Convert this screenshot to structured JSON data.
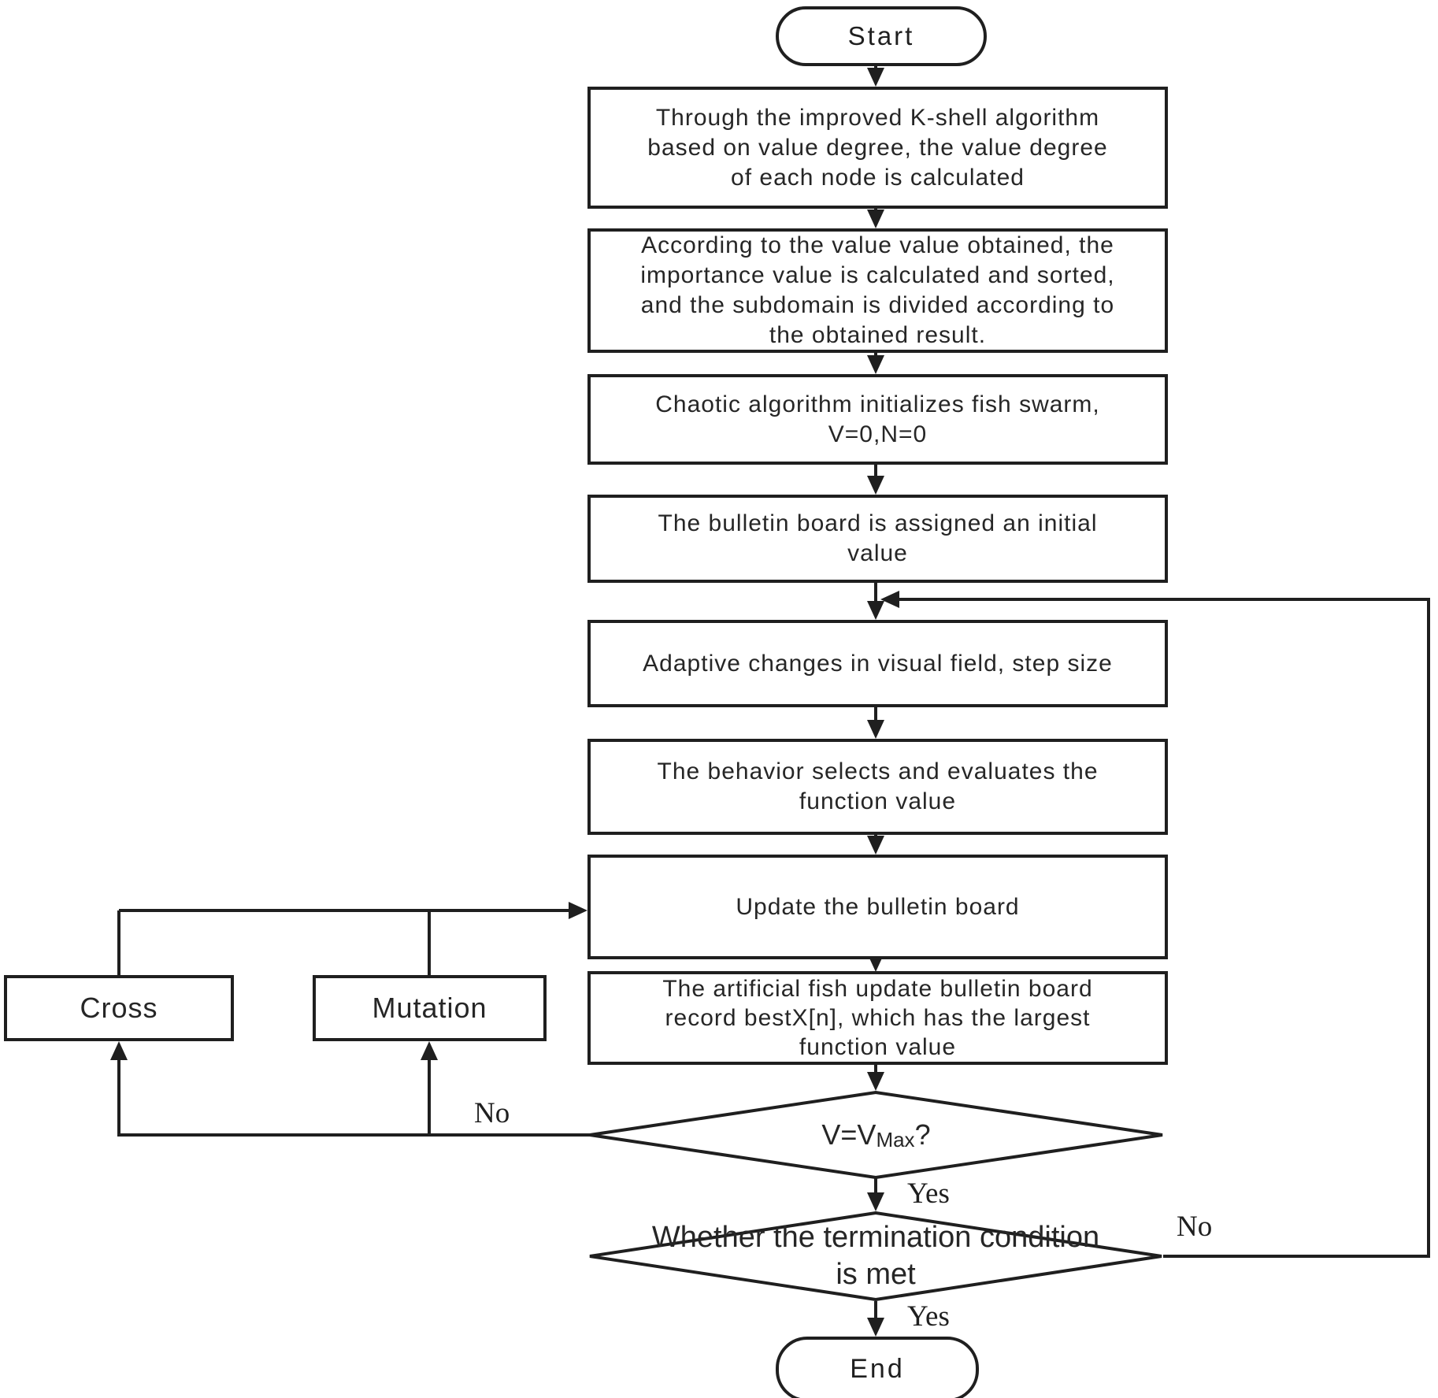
{
  "nodes": {
    "start": "Start",
    "kshell": "Through the improved K-shell algorithm\nbased on value degree, the value degree\nof each node is calculated",
    "importance": "According to the value value obtained, the\nimportance value is calculated and sorted,\nand the subdomain is divided according to\nthe obtained result.",
    "chaotic": "Chaotic algorithm initializes fish swarm,\nV=0,N=0",
    "bulletin_init": "The bulletin board is assigned an initial\nvalue",
    "adaptive": "Adaptive changes in visual field, step size",
    "behavior": "The behavior selects and evaluates the\nfunction value",
    "update_board": "Update the bulletin board",
    "bestx": "The artificial fish update bulletin board\nrecord bestX[n], which has the largest\nfunction value",
    "decision_v": {
      "pre": "V=V",
      "sub": "Max",
      "post": "?"
    },
    "decision_term": "Whether the termination condition\nis met",
    "cross": "Cross",
    "mutation": "Mutation",
    "end": "End"
  },
  "edge_labels": {
    "yes1": "Yes",
    "yes2": "Yes",
    "no1": "No",
    "no2": "No"
  },
  "colors": {
    "line": "#1f1f1f",
    "background": "#ffffff"
  }
}
